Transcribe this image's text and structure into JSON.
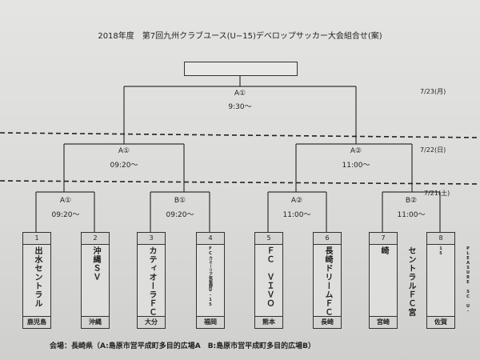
{
  "title": "2018年度　第7回九州クラブユース(U−15)デベロップサッカー大会組合せ(案)",
  "final": {
    "label": "A①",
    "time": "9:30～",
    "date": "7/23(月)"
  },
  "semis": {
    "date": "7/22(日)",
    "matches": [
      {
        "label": "A①",
        "time": "09:20～"
      },
      {
        "label": "A②",
        "time": "11:00～"
      }
    ]
  },
  "quarters": {
    "date": "7/21(土)",
    "matches": [
      {
        "label": "A①",
        "time": "09:20～"
      },
      {
        "label": "B①",
        "time": "09:20～"
      },
      {
        "label": "A②",
        "time": "11:00～"
      },
      {
        "label": "B②",
        "time": "11:00～"
      }
    ]
  },
  "teams": [
    {
      "num": "1",
      "name": "出水セントラル",
      "pref": "鹿児島"
    },
    {
      "num": "2",
      "name": "沖縄ＳＶ",
      "pref": "沖縄"
    },
    {
      "num": "3",
      "name": "カティオーラＦＣ",
      "pref": "大分"
    },
    {
      "num": "4",
      "name": "FCカミーリア筑紫野U-15",
      "pref": "福岡"
    },
    {
      "num": "5",
      "name": "ＦＣ　ＶＩＶＯ",
      "pref": "熊本"
    },
    {
      "num": "6",
      "name": "長崎ドリームＦＣ",
      "pref": "長崎"
    },
    {
      "num": "7",
      "name": "セントラルＦＣ宮崎",
      "pref": "宮崎"
    },
    {
      "num": "8",
      "name": "PLEASURE SC U-15",
      "pref": "佐賀"
    }
  ],
  "venue": "会場：長崎県（A:島原市営平成町多目的広場A　B:島原市営平成町多目的広場B）"
}
